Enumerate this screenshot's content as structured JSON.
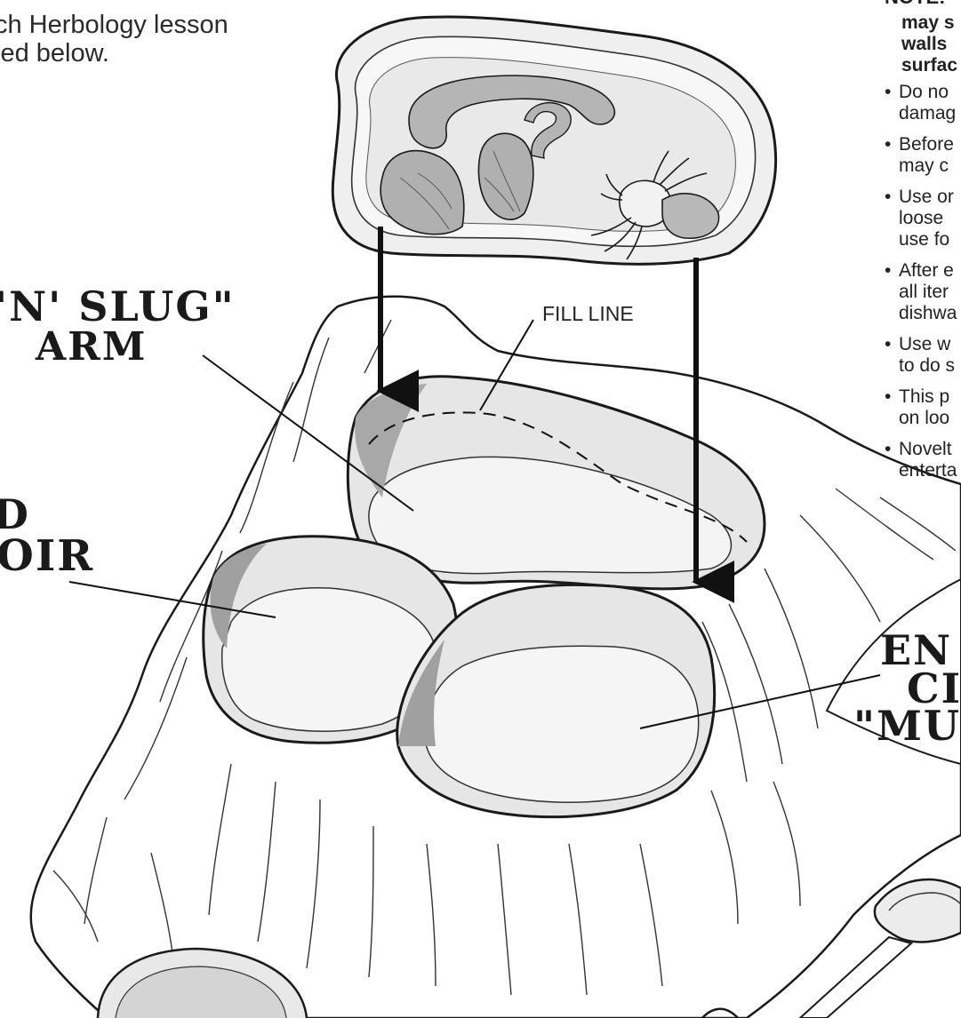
{
  "intro_lines": [
    "ch Herbology lesson",
    "ied below."
  ],
  "note": {
    "heading": "NOTE:",
    "bold_lines": [
      "may s",
      "walls",
      "surfac"
    ],
    "bullets": [
      [
        "Do no",
        "damag"
      ],
      [
        "Before",
        "may c"
      ],
      [
        "Use or",
        "loose",
        "use fo"
      ],
      [
        "After e",
        "all iter",
        "dishwa"
      ],
      [
        "Use w",
        "to do s"
      ],
      [
        "This p",
        "on loo"
      ],
      [
        "Novelt",
        "enterta"
      ]
    ]
  },
  "labels": {
    "farm_line1": "'N' SLUG\"",
    "farm_line2": "ARM",
    "reservoir_line1": "D",
    "reservoir_line2": "OIR",
    "right_line1": "EN",
    "right_line2": "CI",
    "right_line3": "\"MU",
    "fill_line": "FILL LINE"
  },
  "colors": {
    "line": "#1a1a1a",
    "shade": "#c4c4c4",
    "light": "#e4e4e4",
    "dark": "#9a9a9a"
  }
}
